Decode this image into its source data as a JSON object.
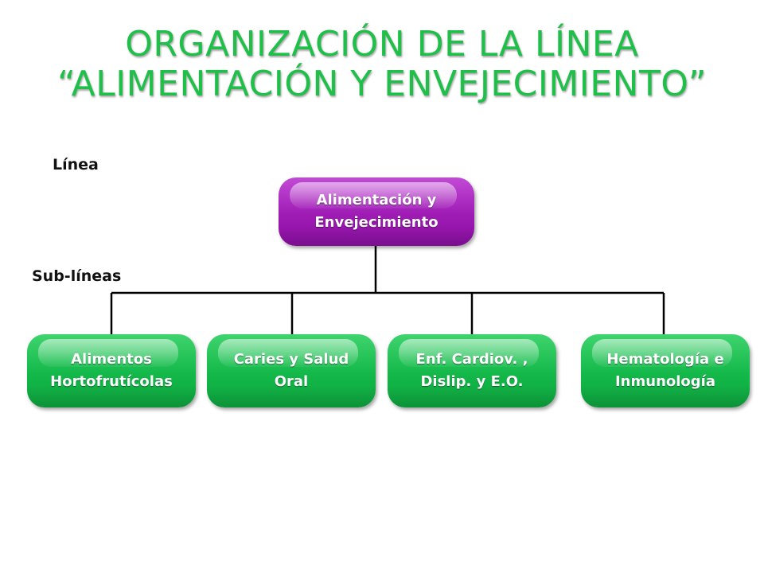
{
  "title": {
    "line1": "ORGANIZACIÓN DE LA LÍNEA",
    "line2": "“ALIMENTACIÓN Y ENVEJECIMIENTO”"
  },
  "labels": {
    "linea": "Línea",
    "sublineas": "Sub-líneas"
  },
  "root": {
    "text": "Alimentación y\nEnvejecimiento",
    "color": "#9e1bb4"
  },
  "children": [
    {
      "text": "Alimentos\nHortofrutícolas"
    },
    {
      "text": "Caries y Salud\nOral"
    },
    {
      "text": "Enf. Cardiov. ,\nDislip. y E.O."
    },
    {
      "text": "Hematología e\nInmunología"
    }
  ],
  "colors": {
    "title": "#1fbf4a",
    "child": "#13b849",
    "connector": "#000000"
  }
}
